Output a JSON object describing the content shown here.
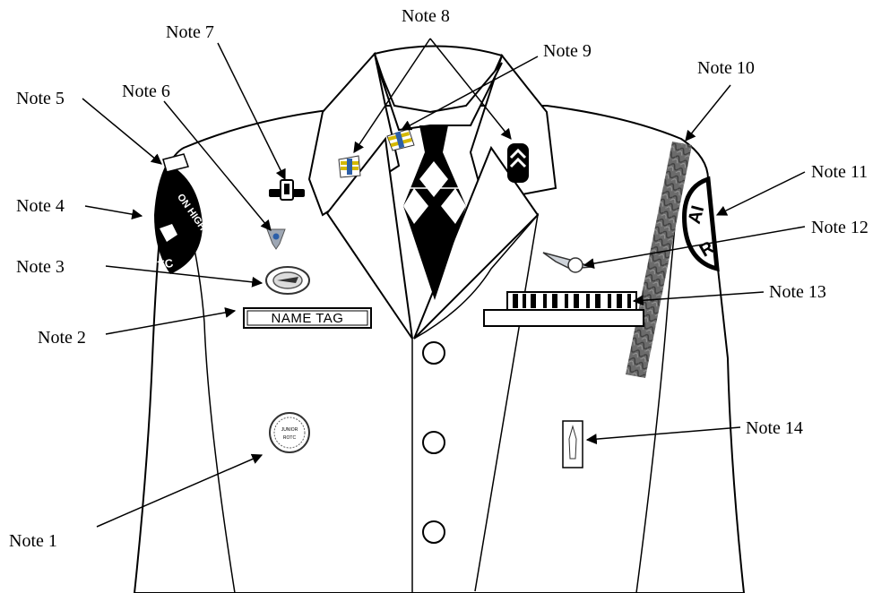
{
  "notes": {
    "n1": "Note 1",
    "n2": "Note 2",
    "n3": "Note 3",
    "n4": "Note 4",
    "n5": "Note 5",
    "n6": "Note 6",
    "n7": "Note 7",
    "n8": "Note 8",
    "n9": "Note 9",
    "n10": "Note 10",
    "n11": "Note 11",
    "n12": "Note 12",
    "n13": "Note 13",
    "n14": "Note 14"
  },
  "name_tag": "NAME TAG",
  "patch_text": {
    "arc": "ON HIGH",
    "bottom": "TC"
  },
  "right_patch_text": {
    "top": "AI",
    "bottom": "R"
  },
  "crest_text": {
    "line1": "JUNIOR",
    "line2": "ROTC"
  },
  "colors": {
    "ink": "#000000",
    "cord": "#6b6b6b",
    "badge_gold": "#d4b800",
    "badge_blue": "#2c5fa8"
  },
  "icons": {
    "jrotc_crest": "crest-icon",
    "ribbon_rack": "ribbon-rack-icon",
    "wings": "wings-icon",
    "chevron": "chevron-icon"
  }
}
